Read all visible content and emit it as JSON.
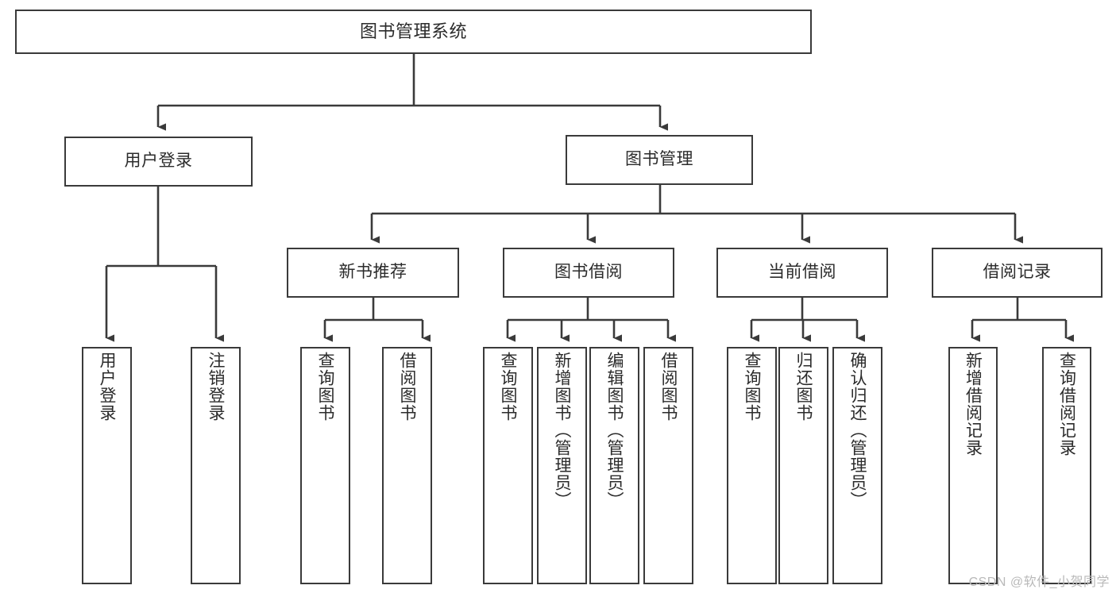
{
  "diagram": {
    "title_text": "图书管理系统",
    "line_color": "#3a3a3a",
    "box_border_color": "#3a3a3a",
    "box_fill_color": "#ffffff",
    "text_color": "#2b2b2b",
    "nodes": {
      "root": {
        "label": "图书管理系统"
      },
      "level2": [
        {
          "label": "用户登录"
        },
        {
          "label": "图书管理"
        }
      ],
      "level3": [
        {
          "label": "新书推荐"
        },
        {
          "label": "图书借阅"
        },
        {
          "label": "当前借阅"
        },
        {
          "label": "借阅记录"
        }
      ],
      "leaves": {
        "user_login": [
          {
            "label": "用户登录"
          },
          {
            "label": "注销登录"
          }
        ],
        "new_book_recommend": [
          {
            "label": "查询图书"
          },
          {
            "label": "借阅图书"
          }
        ],
        "book_borrow": [
          {
            "label": "查询图书"
          },
          {
            "label": "新增图书（管理员）"
          },
          {
            "label": "编辑图书（管理员）"
          },
          {
            "label": "借阅图书"
          }
        ],
        "current_borrow": [
          {
            "label": "查询图书"
          },
          {
            "label": "归还图书"
          },
          {
            "label": "确认归还（管理员）"
          }
        ],
        "borrow_record": [
          {
            "label": "新增借阅记录"
          },
          {
            "label": "查询借阅记录"
          }
        ]
      }
    }
  },
  "watermark": {
    "text": "CSDN @软件_小贺同学"
  }
}
